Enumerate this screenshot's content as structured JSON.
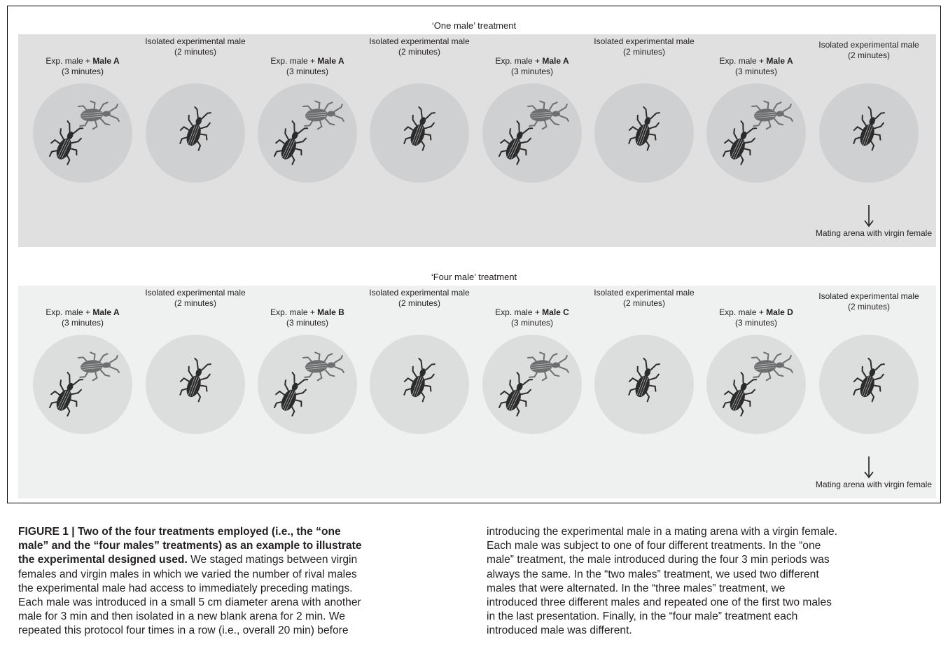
{
  "panels": [
    {
      "title": "‘One male’ treatment",
      "steps": [
        {
          "prefix": "Exp. male + ",
          "bold": "Male A",
          "duration": "(3 minutes)",
          "kind": "pair"
        },
        {
          "prefix": "Isolated experimental male",
          "bold": "",
          "duration": "(2 minutes)",
          "kind": "single"
        },
        {
          "prefix": "Exp. male + ",
          "bold": "Male A",
          "duration": "(3 minutes)",
          "kind": "pair"
        },
        {
          "prefix": "Isolated experimental male",
          "bold": "",
          "duration": "(2 minutes)",
          "kind": "single"
        },
        {
          "prefix": "Exp. male + ",
          "bold": "Male A",
          "duration": "(3 minutes)",
          "kind": "pair"
        },
        {
          "prefix": "Isolated experimental male",
          "bold": "",
          "duration": "(2 minutes)",
          "kind": "single"
        },
        {
          "prefix": "Exp. male + ",
          "bold": "Male A",
          "duration": "(3 minutes)",
          "kind": "pair"
        },
        {
          "prefix": "Isolated experimental male",
          "bold": "",
          "duration": "(2 minutes)",
          "kind": "single"
        }
      ],
      "final_label": "Mating arena with virgin female"
    },
    {
      "title": "‘Four male’ treatment",
      "steps": [
        {
          "prefix": "Exp. male + ",
          "bold": "Male A",
          "duration": "(3 minutes)",
          "kind": "pair"
        },
        {
          "prefix": "Isolated experimental male",
          "bold": "",
          "duration": "(2 minutes)",
          "kind": "single"
        },
        {
          "prefix": "Exp. male + ",
          "bold": "Male B",
          "duration": "(3 minutes)",
          "kind": "pair"
        },
        {
          "prefix": "Isolated experimental male",
          "bold": "",
          "duration": "(2 minutes)",
          "kind": "single"
        },
        {
          "prefix": "Exp. male + ",
          "bold": "Male C",
          "duration": "(3 minutes)",
          "kind": "pair"
        },
        {
          "prefix": "Isolated experimental male",
          "bold": "",
          "duration": "(2 minutes)",
          "kind": "single"
        },
        {
          "prefix": "Exp. male + ",
          "bold": "Male D",
          "duration": "(3 minutes)",
          "kind": "pair"
        },
        {
          "prefix": "Isolated experimental male",
          "bold": "",
          "duration": "(2 minutes)",
          "kind": "single"
        }
      ],
      "final_label": "Mating arena with virgin female"
    }
  ],
  "caption": {
    "left_lines": [
      {
        "bold": "FIGURE 1 | Two of the four treatments employed (i.e., the “one",
        "text": ""
      },
      {
        "bold": "male” and the “four males” treatments) as an example to illustrate",
        "text": ""
      },
      {
        "bold": "the experimental designed used.",
        "text": " We staged matings between virgin"
      },
      {
        "bold": "",
        "text": "females and virgin males in which we varied the number of rival males"
      },
      {
        "bold": "",
        "text": "the experimental male had access to immediately preceding matings."
      },
      {
        "bold": "",
        "text": "Each male was introduced in a small 5 cm diameter arena with another"
      },
      {
        "bold": "",
        "text": "male for 3 min and then isolated in a new blank arena for 2 min. We"
      },
      {
        "bold": "",
        "text": "repeated this protocol four times in a row (i.e., overall 20 min) before"
      }
    ],
    "right_lines": [
      "introducing the experimental male in a mating arena with a virgin female.",
      "Each male was subject to one of four different treatments. In the “one",
      "male” treatment, the male introduced during the four 3 min periods was",
      "always the same. In the “two males” treatment, we used two different",
      "males that were alternated. In the “three males” treatment, we",
      "introduced three different males and repeated one of the first two males",
      "in the last presentation. Finally, in the “four male” treatment each",
      "introduced male was different."
    ]
  },
  "colors": {
    "panel_one_bg": "#e0e0e1",
    "panel_four_bg": "#eff0f0",
    "arena": "#cfd0d1",
    "beetle_dark": "#2b2b2b",
    "beetle_grey": "#6d6e70"
  },
  "icons": {
    "beetle": "beetle-icon",
    "arrow": "arrow-down-icon"
  }
}
